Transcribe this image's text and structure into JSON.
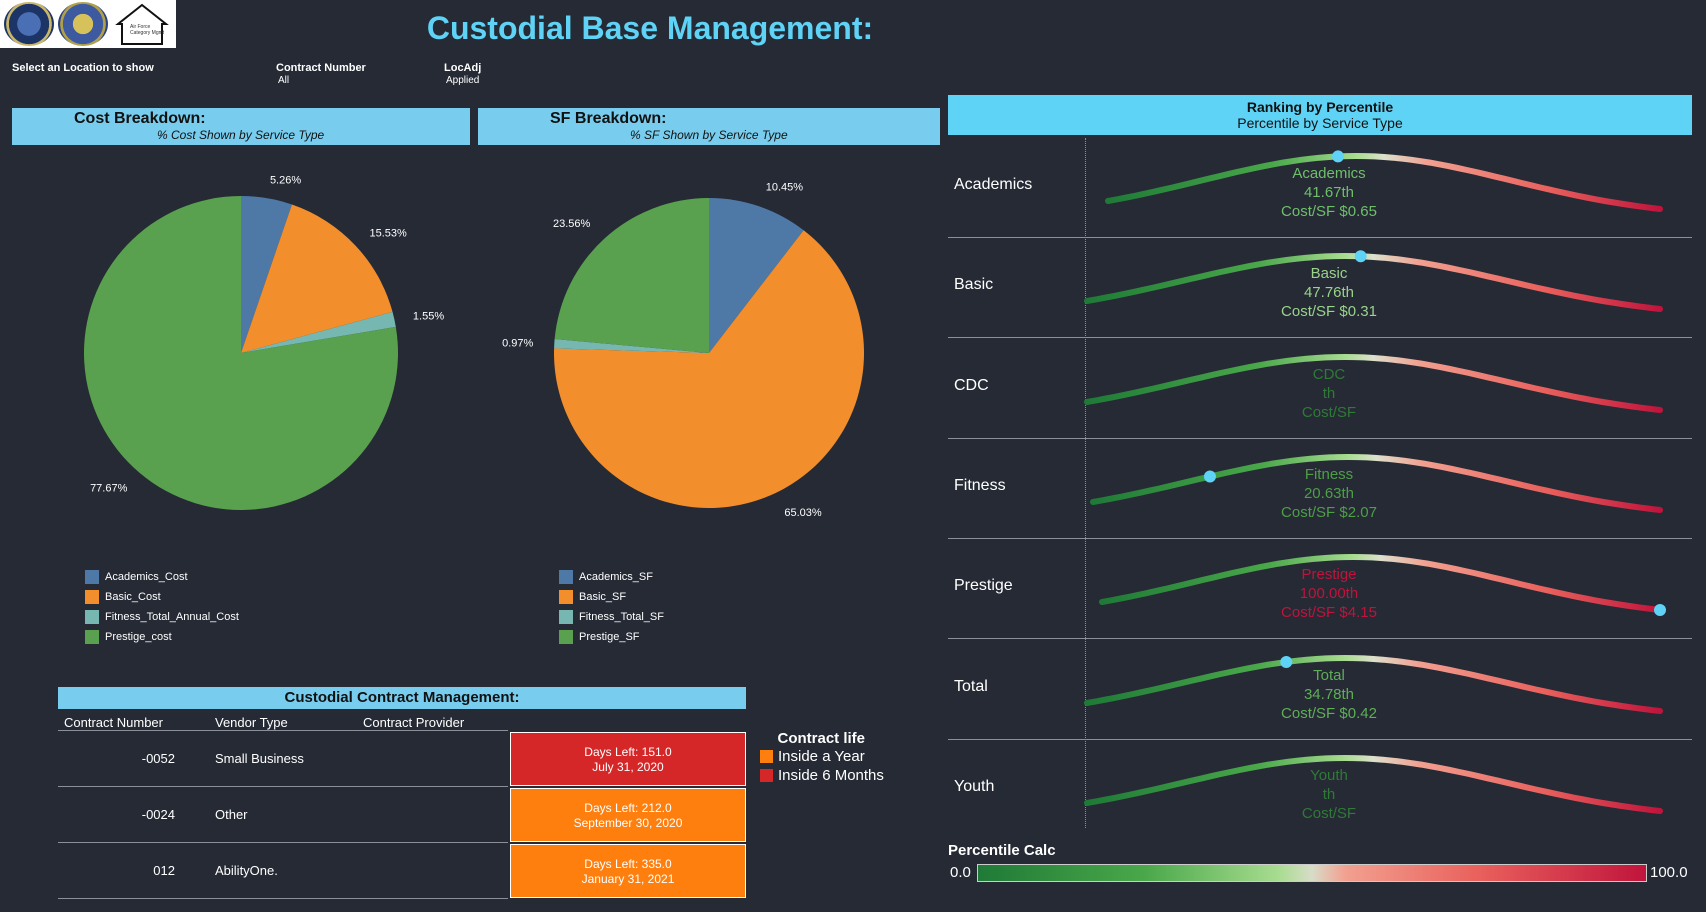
{
  "header": {
    "title": "Custodial Base Management:",
    "filters": [
      {
        "label": "Select an Location to show",
        "value": ""
      },
      {
        "label": "Contract Number",
        "value": "All"
      },
      {
        "label": "LocAdj",
        "value": "Applied"
      }
    ]
  },
  "cost_panel": {
    "title": "Cost Breakdown:",
    "subtitle": "% Cost Shown by Service Type"
  },
  "sf_panel": {
    "title": "SF Breakdown:",
    "subtitle": "% SF Shown by Service Type"
  },
  "colors": {
    "academics": "#4e79a7",
    "basic": "#f28e2b",
    "fitness": "#76b7b2",
    "prestige": "#59a14f",
    "accent": "#5fd3f5",
    "red": "#d62728",
    "orange": "#ff7f0e"
  },
  "chart_data": [
    {
      "type": "pie",
      "title": "Cost Breakdown:",
      "subtitle": "% Cost Shown by Service Type",
      "categories": [
        "Academics_Cost",
        "Basic_Cost",
        "Fitness_Total_Annual_Cost",
        "Prestige_cost"
      ],
      "values": [
        5.26,
        15.53,
        1.55,
        77.67
      ],
      "labels": [
        "5.26%",
        "15.53%",
        "1.55%",
        "77.67%"
      ],
      "colors": [
        "#4e79a7",
        "#f28e2b",
        "#76b7b2",
        "#59a14f"
      ]
    },
    {
      "type": "pie",
      "title": "SF Breakdown:",
      "subtitle": "% SF Shown by Service Type",
      "categories": [
        "Academics_SF",
        "Basic_SF",
        "Fitness_Total_SF",
        "Prestige_SF"
      ],
      "values": [
        10.45,
        65.03,
        0.97,
        23.56
      ],
      "labels": [
        "10.45%",
        "65.03%",
        "0.97%",
        "23.56%"
      ],
      "colors": [
        "#4e79a7",
        "#f28e2b",
        "#76b7b2",
        "#59a14f"
      ]
    }
  ],
  "ranking": {
    "title": "Ranking by Percentile",
    "subtitle": "Percentile by Service Type",
    "rows": [
      {
        "name": "Academics",
        "line1": "Academics",
        "line2": "41.67th",
        "line3": "Cost/SF $0.65",
        "percentile": 41.67,
        "text_color": "#6fbf6a"
      },
      {
        "name": "Basic",
        "line1": "Basic",
        "line2": "47.76th",
        "line3": "Cost/SF $0.31",
        "percentile": 47.76,
        "text_color": "#9ad38a"
      },
      {
        "name": "CDC",
        "line1": "CDC",
        "line2": "th",
        "line3": "Cost/SF",
        "percentile": null,
        "text_color": "#2f7a36"
      },
      {
        "name": "Fitness",
        "line1": "Fitness",
        "line2": "20.63th",
        "line3": "Cost/SF $2.07",
        "percentile": 20.63,
        "text_color": "#4e9e48"
      },
      {
        "name": "Prestige",
        "line1": "Prestige",
        "line2": "100.00th",
        "line3": "Cost/SF $4.15",
        "percentile": 100.0,
        "text_color": "#c0143c"
      },
      {
        "name": "Total",
        "line1": "Total",
        "line2": "34.78th",
        "line3": "Cost/SF $0.42",
        "percentile": 34.78,
        "text_color": "#5fae57"
      },
      {
        "name": "Youth",
        "line1": "Youth",
        "line2": "th",
        "line3": "Cost/SF",
        "percentile": null,
        "text_color": "#2f7a36"
      }
    ],
    "scale": {
      "title": "Percentile Calc",
      "min": "0.0",
      "max": "100.0"
    }
  },
  "contracts": {
    "title": "Custodial Contract Management:",
    "headers": [
      "Contract Number",
      "Vendor Type",
      "Contract Provider"
    ],
    "rows": [
      {
        "number": "-0052",
        "vendor": "Small Business",
        "provider": "",
        "days": "Days Left: 151.0",
        "date": "July 31, 2020",
        "status": "red"
      },
      {
        "number": "-0024",
        "vendor": "Other",
        "provider": "",
        "days": "Days Left: 212.0",
        "date": "September 30, 2020",
        "status": "orange"
      },
      {
        "number": "012",
        "vendor": "AbilityOne.",
        "provider": "",
        "days": "Days Left: 335.0",
        "date": "January 31, 2021",
        "status": "orange"
      }
    ]
  },
  "contract_life": {
    "title": "Contract life",
    "items": [
      {
        "label": "Inside a Year",
        "color": "#ff7f0e"
      },
      {
        "label": "Inside 6 Months",
        "color": "#d62728"
      }
    ]
  }
}
